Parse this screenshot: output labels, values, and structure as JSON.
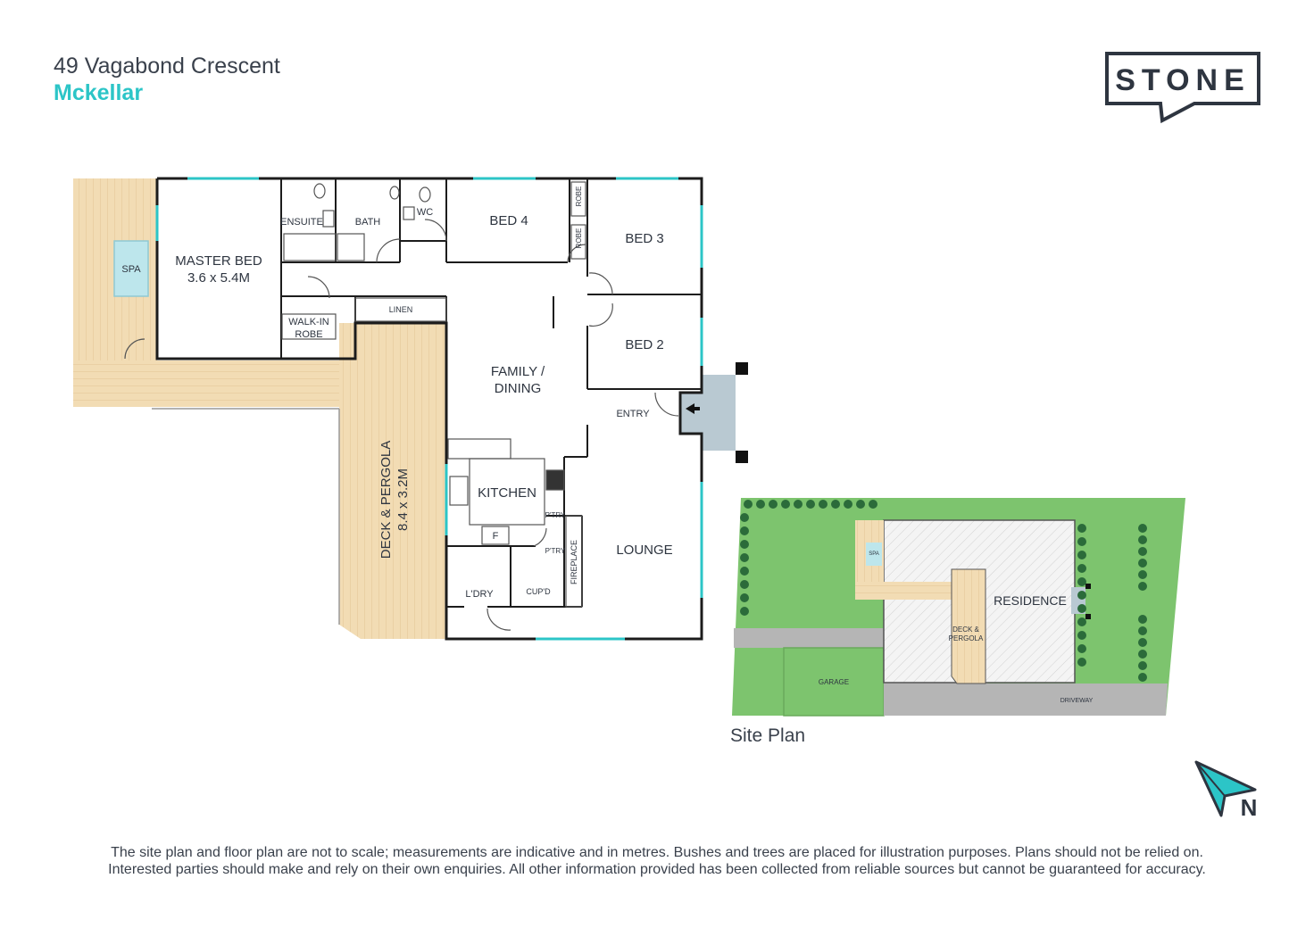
{
  "header": {
    "street": "49 Vagabond Crescent",
    "suburb": "Mckellar"
  },
  "logo": {
    "text": "STONE",
    "color": "#2e3540"
  },
  "floor_plan": {
    "rooms": {
      "spa": "SPA",
      "master_bed": "MASTER BED",
      "master_bed_size": "3.6 x 5.4M",
      "ensuite": "ENSUITE",
      "bath": "BATH",
      "wc": "WC",
      "bed4": "BED 4",
      "robe": "ROBE",
      "bed3": "BED 3",
      "bed2": "BED 2",
      "linen": "LINEN",
      "walkin_line1": "WALK-IN",
      "walkin_line2": "ROBE",
      "family_line1": "FAMILY /",
      "family_line2": "DINING",
      "entry": "ENTRY",
      "kitchen": "KITCHEN",
      "pantry": "P'TRY",
      "fridge": "F",
      "fireplace": "FIREPLACE",
      "lounge": "LOUNGE",
      "laundry": "L'DRY",
      "cupboard": "CUP'D",
      "deck_line1": "DECK & PERGOLA",
      "deck_line2": "8.4 x 3.2M"
    },
    "colors": {
      "deck": "#f2dcb4",
      "spa": "#bde6ec",
      "entry": "#b9c9d2",
      "wall": "#1c1c1c",
      "window": "#2cc5c7"
    }
  },
  "site_plan": {
    "title": "Site Plan",
    "labels": {
      "residence": "RESIDENCE",
      "deck_line1": "DECK &",
      "deck_line2": "PERGOLA",
      "spa": "SPA",
      "garage": "GARAGE",
      "driveway": "DRIVEWAY"
    },
    "colors": {
      "lawn": "#7dc46e",
      "paving": "#b5b5b5",
      "tree": "#2b6b3a"
    }
  },
  "north": {
    "label": "N",
    "color": "#2cc5c7"
  },
  "disclaimer": {
    "line1": "The site plan and floor plan are not to scale; measurements are indicative and in metres. Bushes and trees are placed for illustration purposes. Plans should not be relied on.",
    "line2": "Interested parties should make and rely on their own enquiries. All other information provided has been collected from reliable sources but cannot be guaranteed for accuracy."
  }
}
